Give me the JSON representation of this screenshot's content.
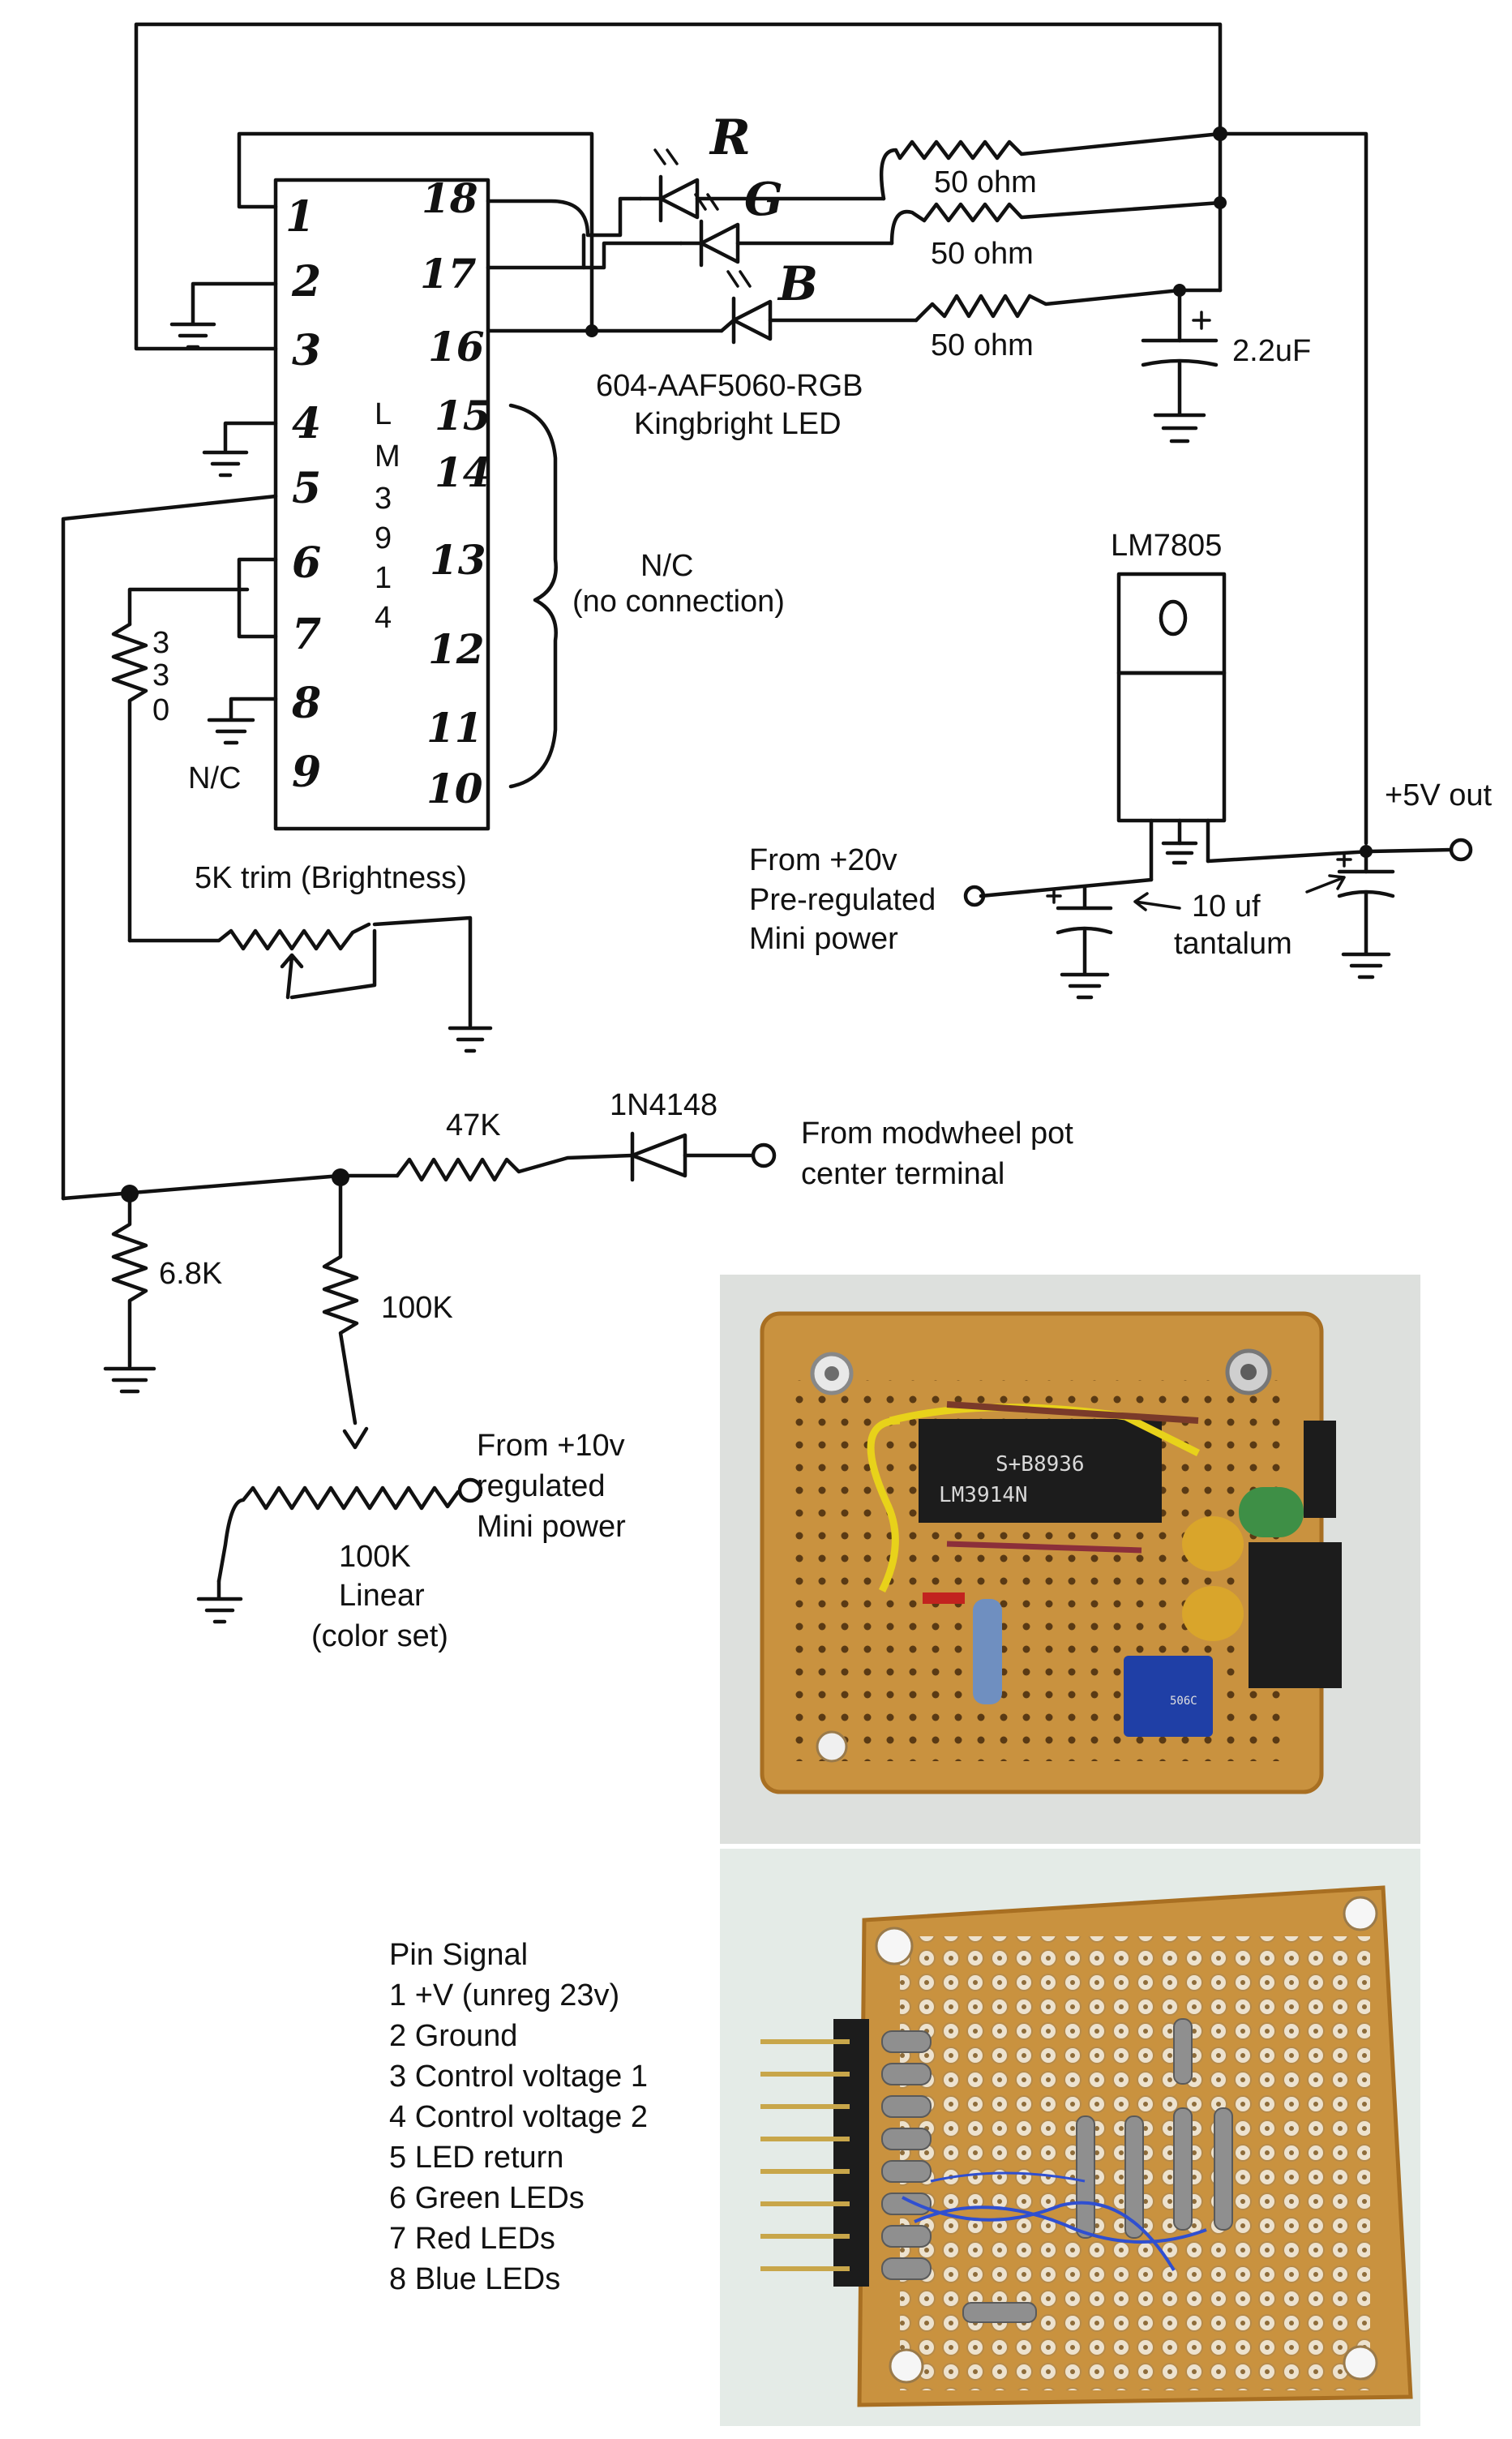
{
  "ic": {
    "letters": [
      "L",
      "M",
      "3",
      "9",
      "1",
      "4"
    ],
    "left_pins": [
      "1",
      "2",
      "3",
      "4",
      "5",
      "6",
      "7",
      "8",
      "9"
    ],
    "right_pins": [
      "18",
      "17",
      "16",
      "15",
      "14",
      "13",
      "12",
      "11",
      "10"
    ]
  },
  "led": {
    "red_mark": "R",
    "green_mark": "G",
    "blue_mark": "B",
    "part_number": "604-AAF5060-RGB",
    "part_name": "Kingbright LED"
  },
  "resistors": {
    "led_r1": "50 ohm",
    "led_r2": "50 ohm",
    "led_r3": "50 ohm",
    "r330_digits": [
      "3",
      "3",
      "0"
    ],
    "r47k": "47K",
    "r68k": "6.8K",
    "r100k": "100K"
  },
  "capacitors": {
    "c22uf": "2.2uF",
    "tantalum_line1": "10 uf",
    "tantalum_line2": "tantalum"
  },
  "notes": {
    "nc_bracket_line1": "N/C",
    "nc_bracket_line2": "(no connection)",
    "nc_pin9": "N/C",
    "trim": "5K trim (Brightness)"
  },
  "regulator": {
    "label": "LM7805",
    "out": "+5V out",
    "in_line1": "From +20v",
    "in_line2": "Pre-regulated",
    "in_line3": "Mini power"
  },
  "input": {
    "diode": "1N4148",
    "line1": "From modwheel pot",
    "line2": "center terminal"
  },
  "colorpot": {
    "value": "100K",
    "line1": "Linear",
    "line2": "(color set)",
    "supply_line1": "From +10v",
    "supply_line2": "regulated",
    "supply_line3": "Mini power"
  },
  "pcb_top": {
    "chip_line1": "S+B8936",
    "chip_line2": "LM3914N",
    "trimmer_code": "506C"
  },
  "pin_table": {
    "header": "Pin Signal",
    "rows": [
      "1 +V (unreg 23v)",
      "2 Ground",
      "3 Control voltage 1",
      "4 Control voltage 2",
      "5 LED return",
      "6 Green LEDs",
      "7 Red LEDs",
      "8 Blue LEDs"
    ]
  },
  "colors": {
    "ink": "#111111",
    "board": "#c9923f",
    "board_edge": "#a86f22",
    "chip": "#1c1c1c",
    "wire_yellow": "#e8d21a",
    "wire_blue": "#2f4fd0",
    "trimmer_blue": "#1f3fa6",
    "photo_bg_top": "#dde0dd",
    "photo_bg_bottom": "#e4ebe7"
  }
}
